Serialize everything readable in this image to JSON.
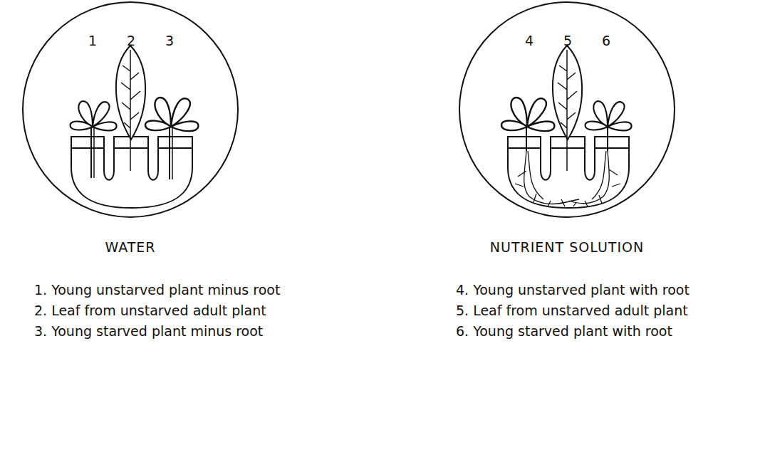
{
  "diagram": {
    "nodes": [
      {
        "text": [
          "WATER"
        ]
      },
      {
        "text": [
          "NUTRIENT SOLUTION"
        ]
      }
    ],
    "labels": [
      "1",
      "2",
      "3",
      "4",
      "5",
      "6",
      "1. Young unstarved plant minus root",
      "2. Leaf from unstarved adult plant",
      "3. Young starved plant minus root",
      "4. Young unstarved plant with root",
      "5. Leaf from unstarved adult plant",
      "6. Young starved plant with root"
    ]
  }
}
